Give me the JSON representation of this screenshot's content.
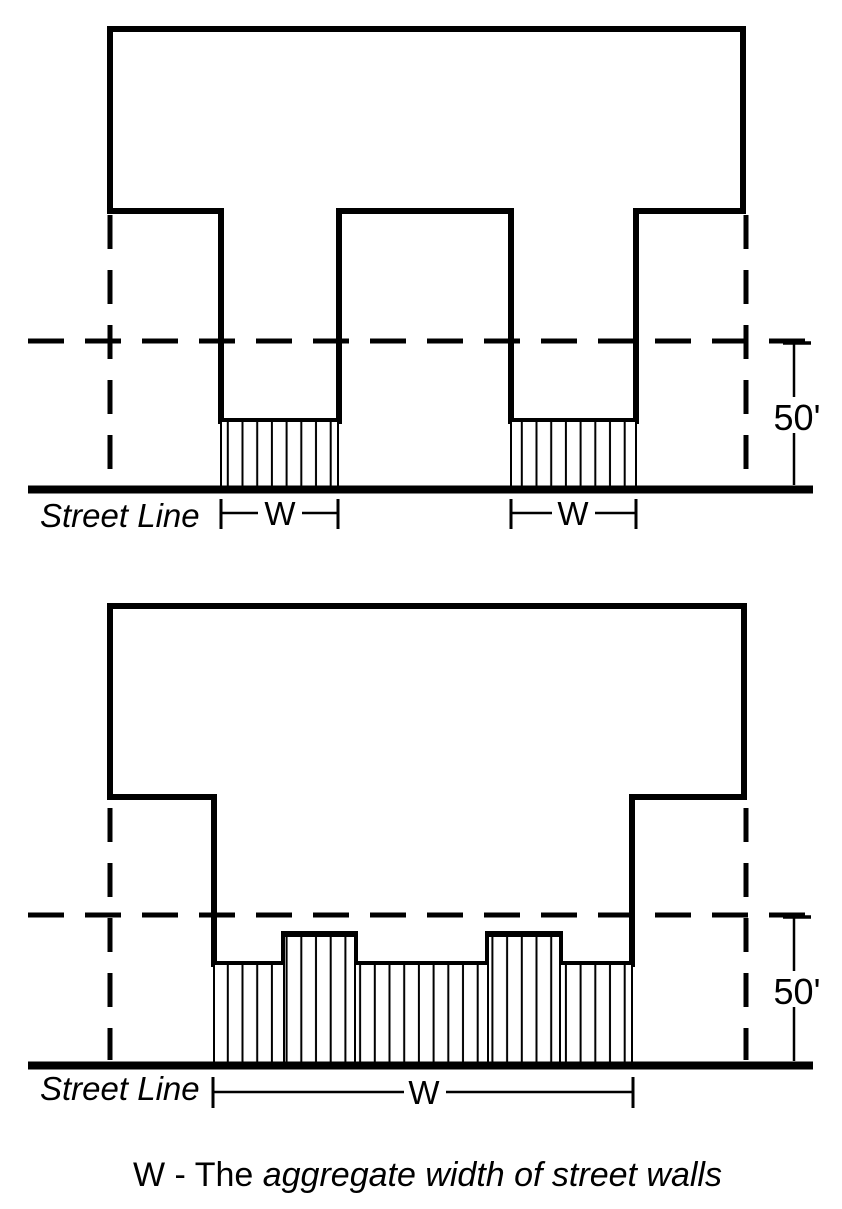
{
  "top_diagram": {
    "street_line_label": "Street Line",
    "height_dimension": "50'",
    "width_dimension_left": "W",
    "width_dimension_right": "W"
  },
  "bottom_diagram": {
    "street_line_label": "Street Line",
    "height_dimension": "50'",
    "width_dimension": "W"
  },
  "caption": {
    "prefix": "W - The ",
    "italic_text": "aggregate width of street walls"
  },
  "colors": {
    "ink": "#000000",
    "background": "#ffffff"
  }
}
